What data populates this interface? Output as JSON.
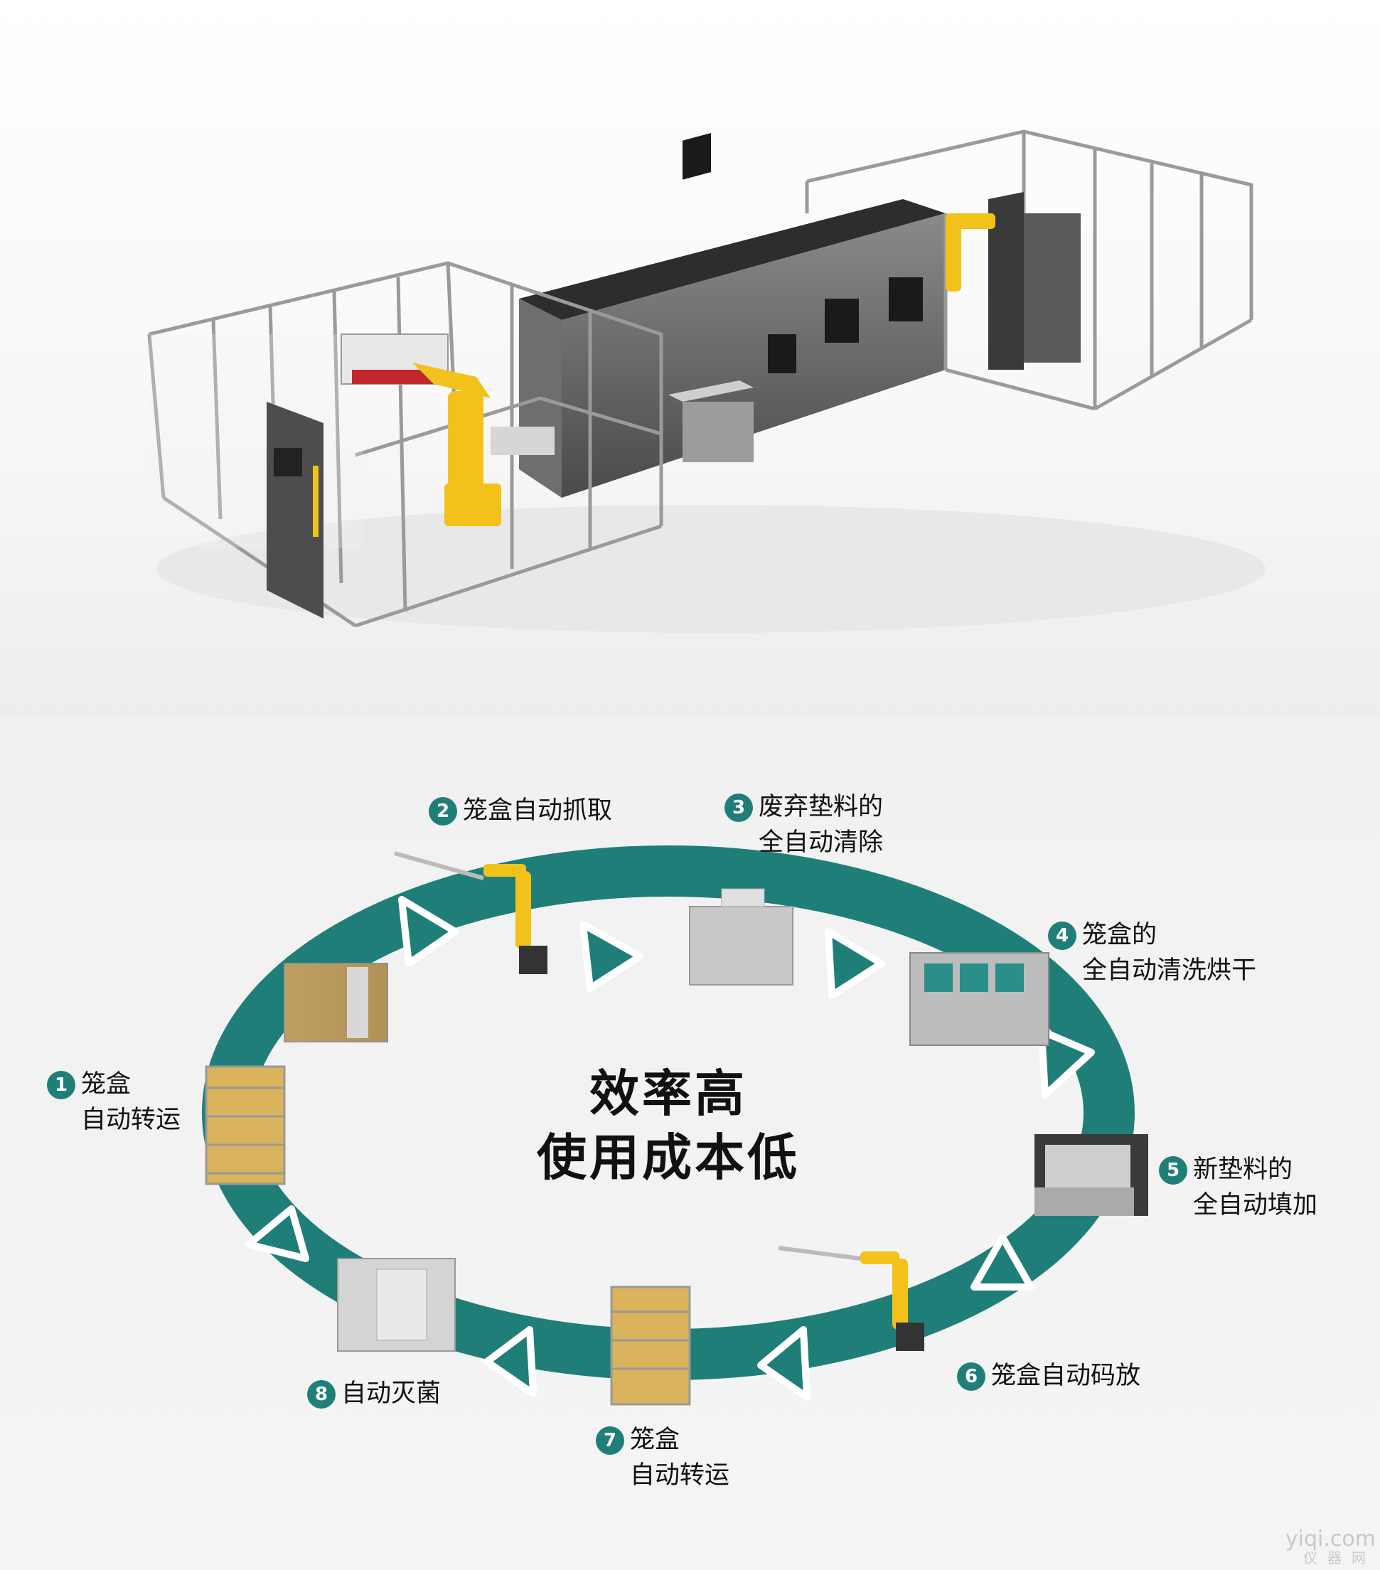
{
  "center": {
    "line1": "效率高",
    "line2": "使用成本低"
  },
  "steps": [
    {
      "num": "1",
      "line1": "笼盒",
      "line2": "自动转运"
    },
    {
      "num": "2",
      "line1": "笼盒自动抓取",
      "line2": ""
    },
    {
      "num": "3",
      "line1": "废弃垫料的",
      "line2": "全自动清除"
    },
    {
      "num": "4",
      "line1": "笼盒的",
      "line2": "全自动清洗烘干"
    },
    {
      "num": "5",
      "line1": "新垫料的",
      "line2": "全自动填加"
    },
    {
      "num": "6",
      "line1": "笼盒自动码放",
      "line2": ""
    },
    {
      "num": "7",
      "line1": "笼盒",
      "line2": "自动转运"
    },
    {
      "num": "8",
      "line1": "自动灭菌",
      "line2": ""
    }
  ],
  "watermark": {
    "site": "yiqi.com",
    "chars": "仪器网"
  },
  "colors": {
    "ring": "#1f7f78",
    "badge": "#1f7f78",
    "robot": "#f2c21b"
  },
  "icons": [
    "robot-arm-icon",
    "cage-rack-icon",
    "washer-machine-icon",
    "sterilizer-icon",
    "bedding-dispenser-icon"
  ]
}
